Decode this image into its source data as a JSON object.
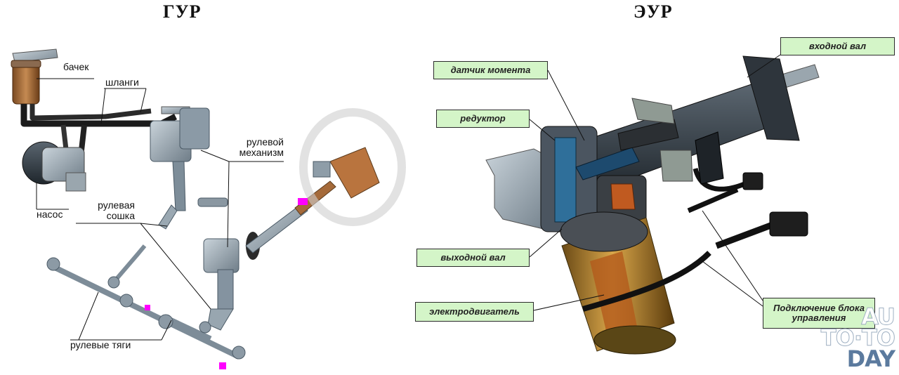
{
  "left": {
    "title": "ГУР",
    "labels": {
      "tank": "бачек",
      "hoses": "шланги",
      "mechanism": "рулевой\nмеханизм",
      "pump": "насос",
      "arm": "рулевая\nсошка",
      "rods": "рулевые тяги"
    }
  },
  "right": {
    "title": "ЭУР",
    "labels": {
      "input_shaft": "входной вал",
      "torque_sensor": "датчик момента",
      "reducer": "редуктор",
      "output_shaft": "выходной вал",
      "motor": "электродвигатель",
      "control_unit": "Подключение блока управления"
    },
    "label_bg": "#d4f5c8"
  },
  "watermark": {
    "line1": "AU",
    "line2": "TO·TO",
    "line3": "DAY"
  }
}
